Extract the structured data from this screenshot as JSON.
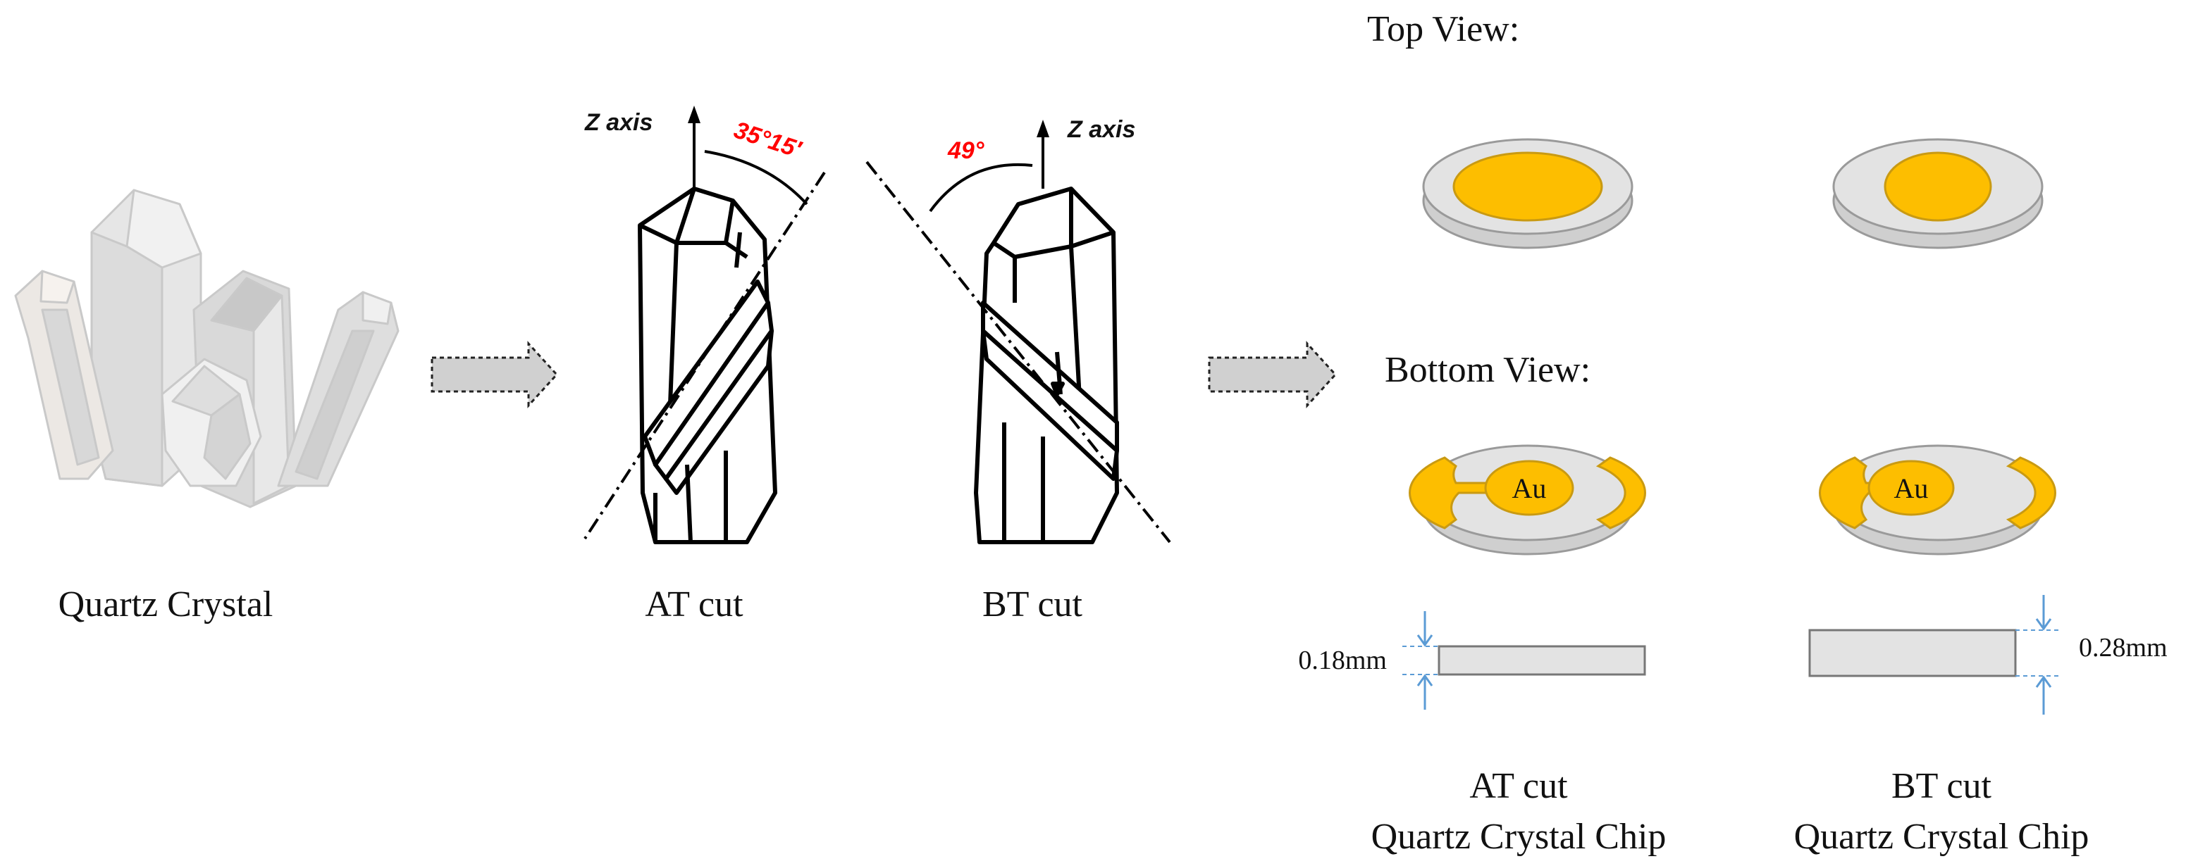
{
  "labels": {
    "quartz_crystal": "Quartz Crystal",
    "at_cut": "AT cut",
    "bt_cut": "BT cut",
    "z_axis_left": "Z axis",
    "z_axis_right": "Z axis",
    "angle_at": "35°15′",
    "angle_bt": "49°",
    "top_view": "Top View:",
    "bottom_view": "Bottom View:",
    "electrode_label_left": "Au",
    "electrode_label_right": "Au",
    "thickness_at": "0.18mm",
    "thickness_bt": "0.28mm",
    "chip_at_line1": "AT cut",
    "chip_at_line2": "Quartz Crystal Chip",
    "chip_bt_line1": "BT cut",
    "chip_bt_line2": "Quartz Crystal Chip"
  },
  "colors": {
    "gold": "#FDBE00",
    "gold_stroke": "#C99A12",
    "disk_fill": "#E3E3E3",
    "disk_stroke": "#9A9A9A",
    "angle_text": "#FF0000",
    "dimension_blue": "#5B9BD5",
    "arrow_fill": "#D0D0D0"
  }
}
